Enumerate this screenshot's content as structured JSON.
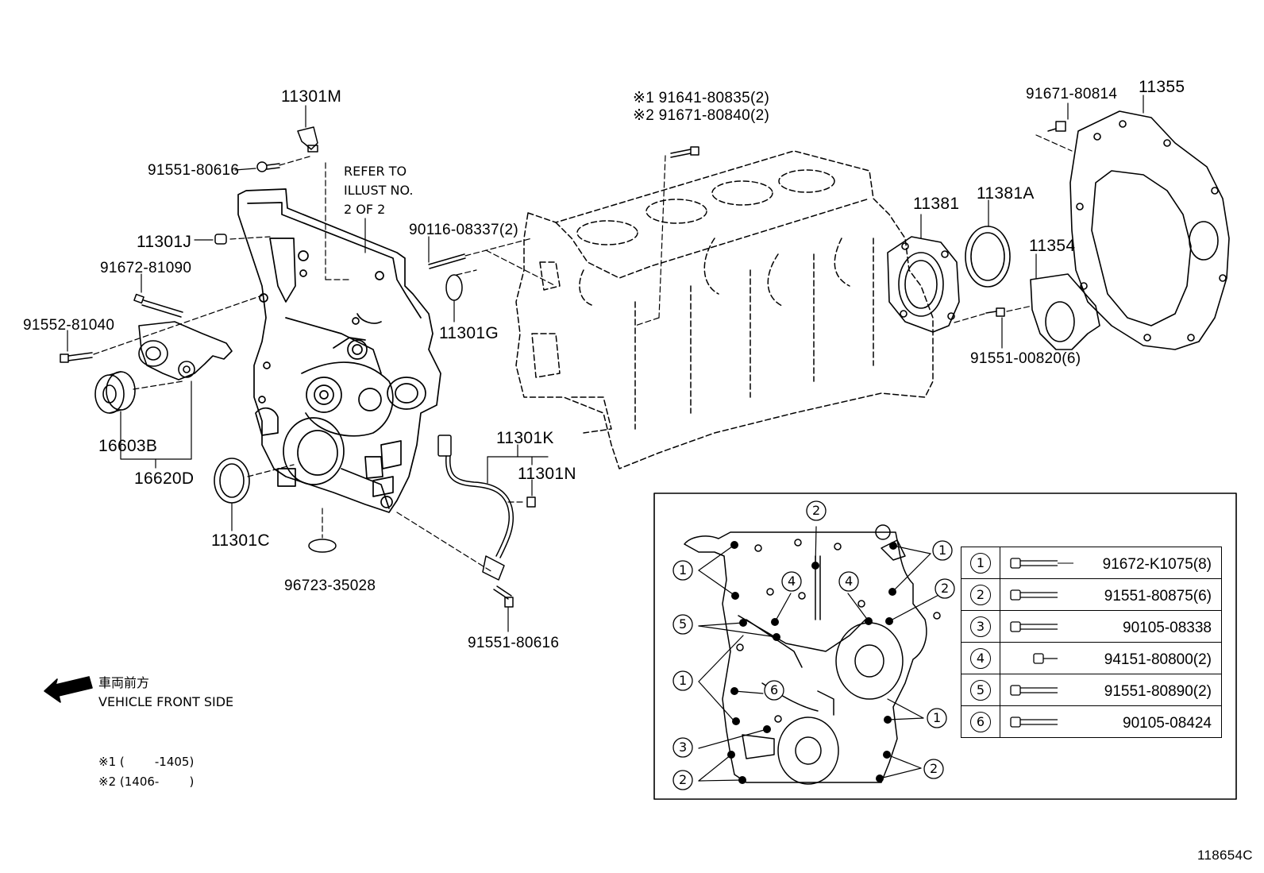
{
  "labels": {
    "p11301M": "11301M",
    "p91551_80616_top": "91551-80616",
    "refer_line1": "REFER TO",
    "refer_line2": "ILLUST NO.",
    "refer_line3": "2 OF 2",
    "p11301J": "11301J",
    "p91672_81090": "91672-81090",
    "p91552_81040": "91552-81040",
    "p16603B": "16603B",
    "p16620D": "16620D",
    "p11301C": "11301C",
    "p96723_35028": "96723-35028",
    "p90116_08337": "90116-08337(2)",
    "p11301G": "11301G",
    "p11301K": "11301K",
    "p11301N": "11301N",
    "p91551_80616_bottom": "91551-80616",
    "note1_part": "※1 91641-80835(2)",
    "note2_part": "※2 91671-80840(2)",
    "p91671_80814": "91671-80814",
    "p11355": "11355",
    "p11381": "11381",
    "p11381A": "11381A",
    "p11354": "11354",
    "p91551_00820": "91551-00820(6)"
  },
  "direction": {
    "jp": "車両前方",
    "en": "VEHICLE FRONT SIDE"
  },
  "footnotes": {
    "note1": "※1 (        -1405)",
    "note2": "※2 (1406-        )"
  },
  "detail_callouts": [
    "1",
    "2",
    "3",
    "4",
    "5",
    "6"
  ],
  "legend": [
    {
      "num": "1",
      "part": "91672-K1075(8)"
    },
    {
      "num": "2",
      "part": "91551-80875(6)"
    },
    {
      "num": "3",
      "part": "90105-08338"
    },
    {
      "num": "4",
      "part": "94151-80800(2)"
    },
    {
      "num": "5",
      "part": "91551-80890(2)"
    },
    {
      "num": "6",
      "part": "90105-08424"
    }
  ],
  "illustration_id": "118654C"
}
